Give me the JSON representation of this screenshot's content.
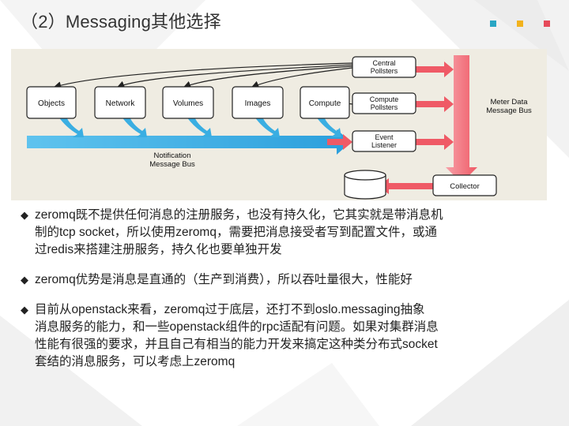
{
  "title": "（2）Messaging其他选择",
  "accent_colors": [
    "#2aa6c4",
    "#f2b21c",
    "#e64a5a"
  ],
  "diagram": {
    "boxes": {
      "objects": "Objects",
      "network": "Network",
      "volumes": "Volumes",
      "images": "Images",
      "compute": "Compute",
      "central_pollsters_1": "Central",
      "central_pollsters_2": "Pollsters",
      "compute_pollsters_1": "Compute",
      "compute_pollsters_2": "Pollsters",
      "event_listener_1": "Event",
      "event_listener_2": "Listener",
      "collector": "Collector"
    },
    "labels": {
      "notification_bus_1": "Notification",
      "notification_bus_2": "Message Bus",
      "meter_bus_1": "Meter Data",
      "meter_bus_2": "Message Bus"
    }
  },
  "bullets": [
    {
      "marker": "◆",
      "lines": [
        "zeromq既不提供任何消息的注册服务，也没有持久化，它其实就是带消息机",
        "制的tcp socket，所以使用zeromq，需要把消息接受者写到配置文件，或通",
        "过redis来搭建注册服务，持久化也要单独开发"
      ]
    },
    {
      "marker": "◆",
      "lines": [
        "zeromq优势是消息是直通的（生产到消费），所以吞吐量很大，性能好"
      ]
    },
    {
      "marker": "◆",
      "lines": [
        "目前从openstack来看，zeromq过于底层，还打不到oslo.messaging抽象",
        "消息服务的能力，和一些openstack组件的rpc适配有问题。如果对集群消息",
        "性能有很强的要求，并且自己有相当的能力开发来搞定这种类分布式socket",
        "套结的消息服务，可以考虑上zeromq"
      ]
    }
  ]
}
